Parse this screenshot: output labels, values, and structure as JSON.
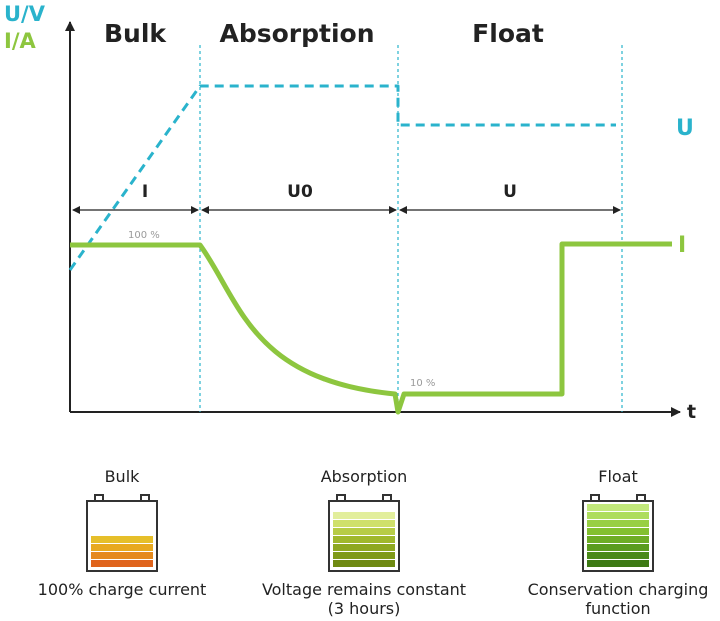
{
  "diagram": {
    "axis_u_label": "U/V",
    "axis_i_label": "I/A",
    "axis_t_label": "t",
    "phases": [
      "Bulk",
      "Absorption",
      "Float"
    ],
    "segments": [
      "I",
      "U0",
      "U"
    ],
    "side_u_label": "U",
    "side_i_label": "I",
    "pct_100": "100 %",
    "pct_10": "10 %",
    "colors": {
      "voltage": "#2ab3cc",
      "current": "#8dc63f",
      "axis": "#222222"
    }
  },
  "batteries": [
    {
      "title": "Bulk",
      "caption_line1": "100% charge current",
      "caption_line2": "",
      "bars": [
        "#e0641c",
        "#e58a1d",
        "#e8a91f",
        "#e6bf2a"
      ]
    },
    {
      "title": "Absorption",
      "caption_line1": "Voltage remains constant",
      "caption_line2": "(3 hours)",
      "bars": [
        "#6f8a12",
        "#7f9a18",
        "#8ea820",
        "#a0b82c",
        "#b7cc46",
        "#cfe06b",
        "#e2ee9c"
      ]
    },
    {
      "title": "Float",
      "caption_line1": "Conservation charging",
      "caption_line2": "function",
      "bars": [
        "#3d7a14",
        "#4a8a18",
        "#5b9c1e",
        "#6ead25",
        "#83c02f",
        "#98cf43",
        "#aedd5d",
        "#c2e87b"
      ]
    }
  ]
}
